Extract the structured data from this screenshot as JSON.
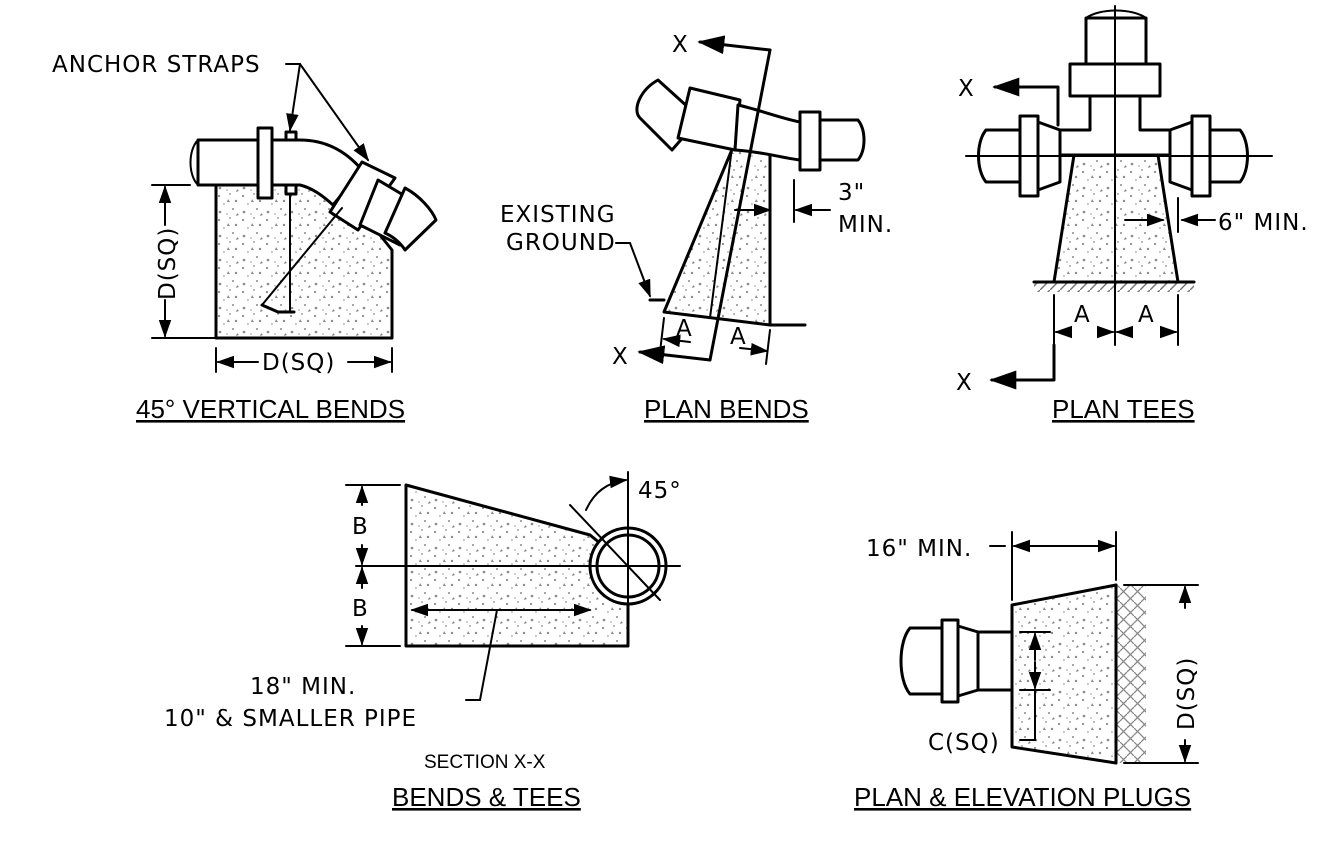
{
  "vertical_bends": {
    "title": "45° VERTICAL BENDS",
    "callout": "ANCHOR STRAPS",
    "dim_height": "D(SQ)",
    "dim_width": "D(SQ)"
  },
  "plan_bends": {
    "title": "PLAN BENDS",
    "section_mark_top": "X",
    "section_mark_bottom": "X",
    "ground_line1": "EXISTING",
    "ground_line2": "GROUND",
    "clearance_value": "3\"",
    "clearance_unit": "MIN.",
    "dim_left": "A",
    "dim_right": "A"
  },
  "plan_tees": {
    "title": "PLAN TEES",
    "section_mark_top": "X",
    "section_mark_bottom": "X",
    "clearance": "6\" MIN.",
    "dim_left": "A",
    "dim_right": "A"
  },
  "section_xx": {
    "subtitle": "SECTION X-X",
    "title": "BENDS & TEES",
    "angle": "45°",
    "dim_upper": "B",
    "dim_lower": "B",
    "note_line1": "18\" MIN.",
    "note_line2": "10\" & SMALLER PIPE"
  },
  "plugs": {
    "title": "PLAN & ELEVATION PLUGS",
    "clearance": "16\" MIN.",
    "dim_height": "D(SQ)",
    "dim_inner": "C(SQ)"
  },
  "colors": {
    "ink": "#000000",
    "paper": "#ffffff",
    "concrete_speckle": "#8a8a8a"
  }
}
